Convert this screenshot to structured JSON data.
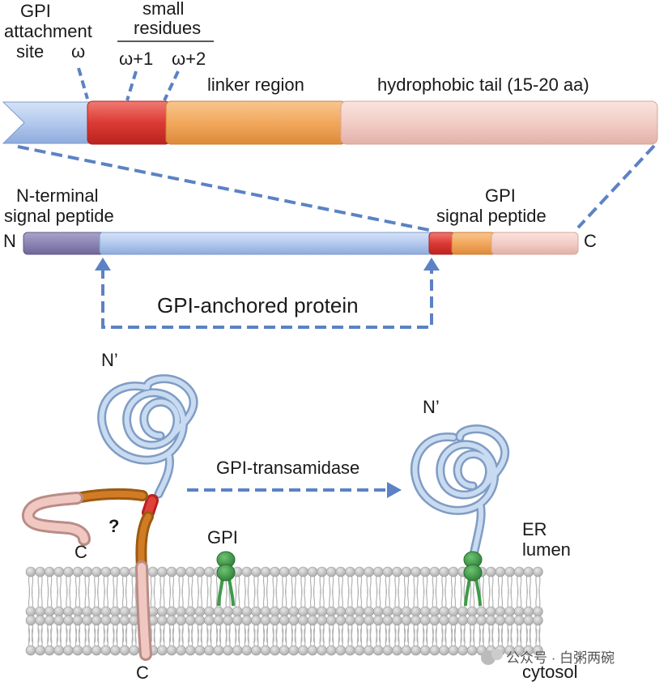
{
  "labels": {
    "gpi_site_1": "GPI",
    "gpi_site_2": "attachment",
    "gpi_site_3": "site",
    "omega": "ω",
    "small_residues_1": "small",
    "small_residues_2": "residues",
    "omega_plus_1": "ω+1",
    "omega_plus_2": "ω+2",
    "linker_region": "linker region",
    "hydrophobic_tail": "hydrophobic tail (15-20 aa)",
    "n_terminal_1": "N-terminal",
    "n_terminal_2": "signal peptide",
    "gpi_signal_1": "GPI",
    "gpi_signal_2": "signal peptide",
    "n_end": "N",
    "c_end": "C",
    "gpi_anchored_protein": "GPI-anchored protein",
    "n_prime_left": "N’",
    "n_prime_right": "N’",
    "question_mark": "?",
    "c_left": "C",
    "c_bottom": "C",
    "gpi": "GPI",
    "gpi_transamidase": "GPI-transamidase",
    "er_1": "ER",
    "er_2": "lumen",
    "cytosol": "cytosol"
  },
  "watermark": "公众号 · 白粥两碗",
  "colors": {
    "blue_domain": "#b9cdee",
    "red_omega": "#d8332f",
    "orange_linker": "#f3ab63",
    "pink_tail": "#f2cdc6",
    "purple_signal": "#8d85b3",
    "dash_blue": "#5b82c4",
    "membrane_head": "#c8c8c8",
    "gpi_green": "#3e9b47",
    "protein_coil": "#a9c3e3"
  }
}
